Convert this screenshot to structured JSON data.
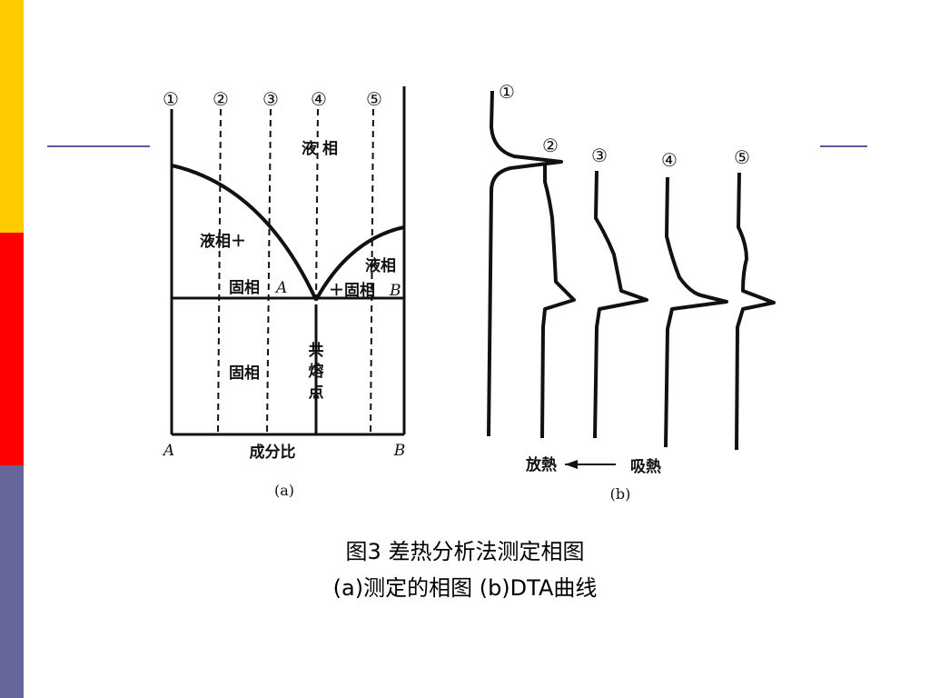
{
  "slide": {
    "accent_colors": {
      "yellow": "#ffcc00",
      "red": "#ff0000",
      "blue": "#66669a",
      "rule": "#5b5b9e"
    }
  },
  "diagram_a": {
    "markers": [
      "①",
      "②",
      "③",
      "④",
      "⑤"
    ],
    "region_liquid": "液 相",
    "region_liquid_solid_left_1": "液相＋",
    "region_liquid_solid_left_2": "固相",
    "label_A_italic": "A",
    "region_liquid_solid_right_1": "液相",
    "region_liquid_solid_right_2": "＋固相",
    "label_B_italic": "B",
    "region_solid": "固相",
    "eutectic_1": "共",
    "eutectic_2": "熔",
    "eutectic_3": "点",
    "axis_left": "A",
    "axis_right": "B",
    "axis_label": "成分比",
    "sub_label": "(a)"
  },
  "diagram_b": {
    "markers": [
      "①",
      "②",
      "③",
      "④",
      "⑤"
    ],
    "legend_exo": "放熱",
    "legend_endo": "吸熱",
    "sub_label": "(b)"
  },
  "caption": {
    "line1": "图3   差热分析法测定相图",
    "line2": "(a)测定的相图   (b)DTA曲线"
  }
}
